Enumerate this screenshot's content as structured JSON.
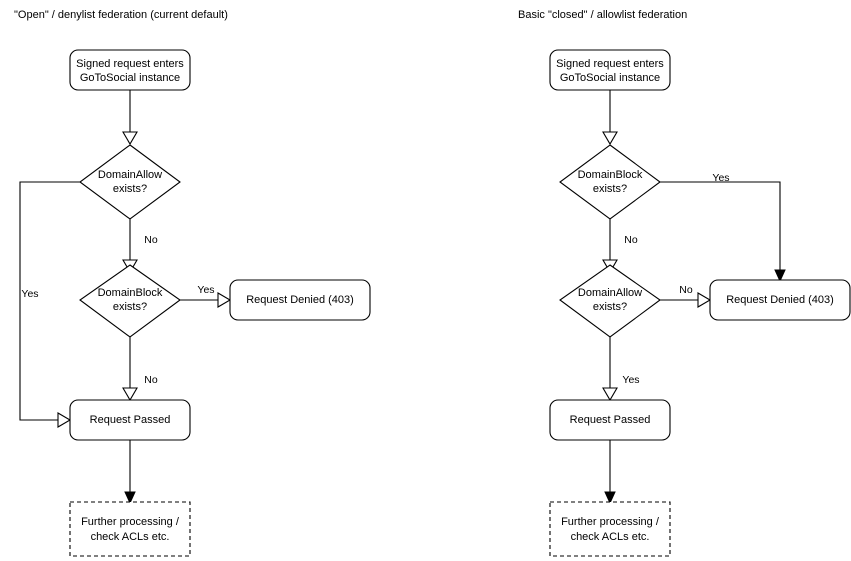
{
  "diagram": {
    "title_left": "\"Open\" / denylist federation (current default)",
    "title_right": "Basic \"closed\" / allowlist federation",
    "columns": [
      {
        "id": "left",
        "heading": "\"Open\" / denylist federation (current default)",
        "nodes": [
          {
            "id": "left-entry",
            "shape": "rounded-rect",
            "line1": "Signed request enters",
            "line2": "GoToSocial instance"
          },
          {
            "id": "left-dec-1",
            "shape": "diamond",
            "line1": "DomainAllow",
            "line2": "exists?"
          },
          {
            "id": "left-dec-2",
            "shape": "diamond",
            "line1": "DomainBlock",
            "line2": "exists?"
          },
          {
            "id": "left-denied",
            "shape": "rounded-rect",
            "line1": "Request Denied (403)",
            "line2": ""
          },
          {
            "id": "left-passed",
            "shape": "rounded-rect",
            "line1": "Request Passed",
            "line2": ""
          },
          {
            "id": "left-further",
            "shape": "dashed-rect",
            "line1": "Further processing /",
            "line2": "check ACLs etc."
          }
        ],
        "edges": [
          {
            "id": "left-e1",
            "from": "left-entry",
            "to": "left-dec-1",
            "label": ""
          },
          {
            "id": "left-e2",
            "from": "left-dec-1",
            "to": "left-passed",
            "label": "Yes"
          },
          {
            "id": "left-e3",
            "from": "left-dec-1",
            "to": "left-dec-2",
            "label": "No"
          },
          {
            "id": "left-e4",
            "from": "left-dec-2",
            "to": "left-denied",
            "label": "Yes"
          },
          {
            "id": "left-e5",
            "from": "left-dec-2",
            "to": "left-passed",
            "label": "No"
          },
          {
            "id": "left-e6",
            "from": "left-passed",
            "to": "left-further",
            "label": ""
          }
        ]
      },
      {
        "id": "right",
        "heading": "Basic \"closed\" / allowlist federation",
        "nodes": [
          {
            "id": "right-entry",
            "shape": "rounded-rect",
            "line1": "Signed request enters",
            "line2": "GoToSocial instance"
          },
          {
            "id": "right-dec-1",
            "shape": "diamond",
            "line1": "DomainBlock",
            "line2": "exists?"
          },
          {
            "id": "right-dec-2",
            "shape": "diamond",
            "line1": "DomainAllow",
            "line2": "exists?"
          },
          {
            "id": "right-denied",
            "shape": "rounded-rect",
            "line1": "Request Denied (403)",
            "line2": ""
          },
          {
            "id": "right-passed",
            "shape": "rounded-rect",
            "line1": "Request Passed",
            "line2": ""
          },
          {
            "id": "right-further",
            "shape": "dashed-rect",
            "line1": "Further processing /",
            "line2": "check ACLs etc."
          }
        ],
        "edges": [
          {
            "id": "right-e1",
            "from": "right-entry",
            "to": "right-dec-1",
            "label": ""
          },
          {
            "id": "right-e2",
            "from": "right-dec-1",
            "to": "right-denied",
            "label": "Yes"
          },
          {
            "id": "right-e3",
            "from": "right-dec-1",
            "to": "right-dec-2",
            "label": "No"
          },
          {
            "id": "right-e4",
            "from": "right-dec-2",
            "to": "right-denied",
            "label": "No"
          },
          {
            "id": "right-e5",
            "from": "right-dec-2",
            "to": "right-passed",
            "label": "Yes"
          },
          {
            "id": "right-e6",
            "from": "right-passed",
            "to": "right-further",
            "label": ""
          }
        ]
      }
    ],
    "colors": {
      "background": "#ffffff",
      "stroke": "#000000",
      "text": "#000000",
      "shape_fill": "#ffffff"
    }
  }
}
